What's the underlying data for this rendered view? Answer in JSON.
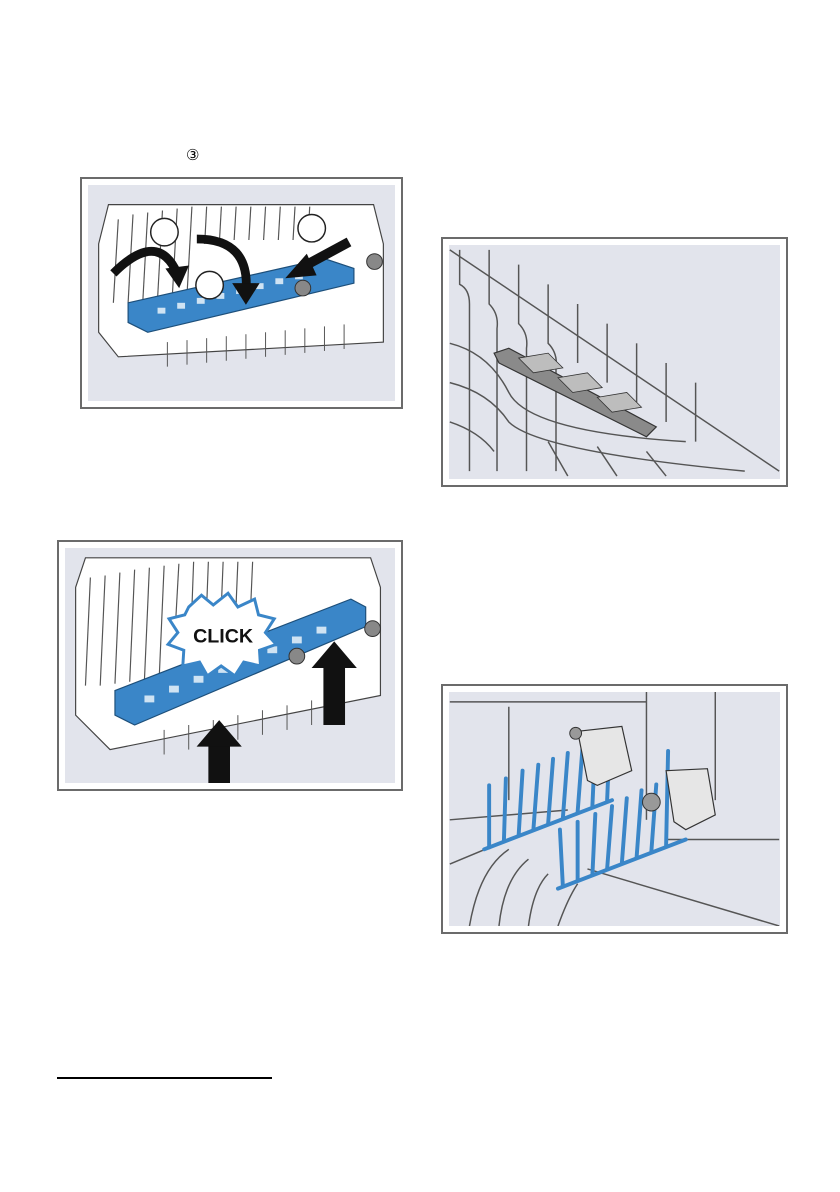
{
  "step_marker": "③",
  "figures": [
    {
      "id": "fig-rack-fold",
      "icon": "rack-fold-down-illustration",
      "callouts": [
        "",
        "",
        ""
      ]
    },
    {
      "id": "fig-rack-click",
      "icon": "rack-click-up-illustration",
      "label": "CLICK"
    },
    {
      "id": "fig-rack-shelf",
      "icon": "rack-shelf-insert-illustration"
    },
    {
      "id": "fig-rack-prongs",
      "icon": "rack-prongs-illustration"
    }
  ],
  "colors": {
    "accent": "#3a86c8",
    "frame": "#6b6b6b",
    "panel": "#e2e4ec",
    "arrow": "#111111"
  }
}
